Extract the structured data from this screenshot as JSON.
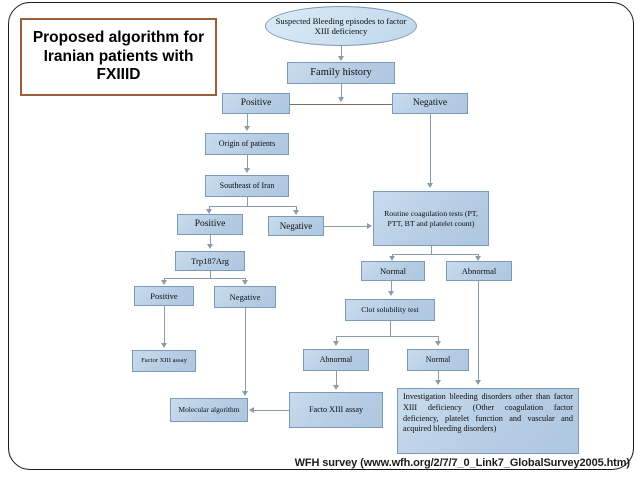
{
  "slide": {
    "title": "Proposed algorithm for Iranian patients with FXIIID",
    "footer": "WFH survey (www.wfh.org/2/7/7_0_Link7_GlobalSurvey2005.htm)",
    "colors": {
      "node_fill": "#b6cde4",
      "node_border": "#7b9ab8",
      "connector": "#8a9bac",
      "title_border": "#9b5e38",
      "frame_border": "#1a1a1a",
      "text": "#0d0d0d"
    }
  },
  "flow": {
    "start": "Suspected Bleeding episodes to factor XIII deficiency",
    "nodes": {
      "family_history": "Family history",
      "fh_positive": "Positive",
      "fh_negative": "Negative",
      "origin_of_patients": "Origin of patients",
      "southeast_of_iran": "Southeast of Iran",
      "se_positive": "Positive",
      "se_negative": "Negative",
      "trp187arg": "Trp187Arg",
      "trp_positive": "Positive",
      "trp_negative": "Negative",
      "factor_xiii_assay": "Factor XIII assay",
      "molecular_algorithm": "Molecular algorithm",
      "routine_coagulation_tests": "Routine coagulation tests (PT, PTT, BT and platelet count)",
      "rct_normal": "Normal",
      "rct_abnormal": "Abnormal",
      "clot_solubility_test": "Clot solubility test",
      "clot_abnormal": "Abnormal",
      "clot_normal": "Normal",
      "facto_xiii_assay": "Facto XIII assay",
      "investigation": "Investigation bleeding disorders other than factor XIII deficiency (Other coagulation factor deficiency, platelet function and vascular and acquired bleeding disorders)"
    }
  }
}
